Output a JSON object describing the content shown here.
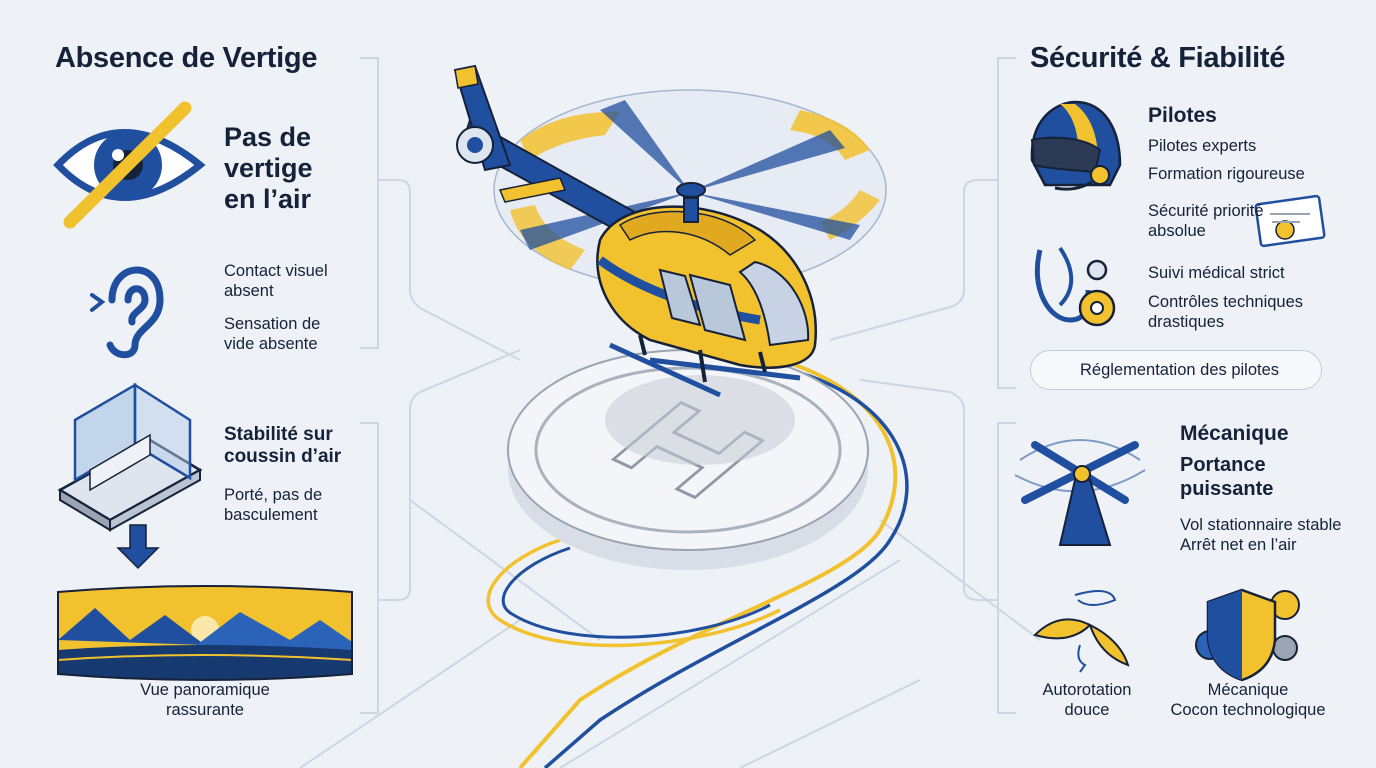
{
  "left": {
    "title": "Absence de Vertige",
    "no_vertigo": "Pas de\nvertige\nen l’air",
    "contact": "Contact visuel\nabsent",
    "void": "Sensation de\nvide absente",
    "stability": "Stabilité sur\ncoussin d’air",
    "carried": "Porté, pas de\nbasculement",
    "panorama": "Vue panoramique\nrassurante"
  },
  "right": {
    "title": "Sécurité & Fiabilité",
    "pilots_heading": "Pilotes",
    "experts": "Pilotes experts",
    "training": "Formation rigoureuse",
    "priority": "Sécurité priorité\nabsolue",
    "medical": "Suivi médical strict",
    "checks": "Contrôles techniques\ndrastiques",
    "regulation": "Réglementation des pilotes",
    "mech_heading": "Mécanique",
    "lift": "Portance\npuissante",
    "hover": "Vol stationnaire stable\nArrêt net en l’air",
    "autorotation": "Autorotation\ndouce",
    "mech_cocoon": "Mécanique\nCocon technologique"
  },
  "colors": {
    "blue": "#1f4f9e",
    "yellow": "#f2c12e",
    "navy": "#16213a",
    "line": "#c9d1dd"
  },
  "icons": [
    "eye-crossed-icon",
    "ear-icon",
    "glass-platform-icon",
    "mountain-panorama-icon",
    "helicopter-illustration",
    "helipad-icon",
    "pilot-helmet-icon",
    "certificate-icon",
    "stethoscope-gear-icon",
    "anchor-icon",
    "rotor-icon",
    "maple-seed-icon",
    "shield-gears-icon"
  ]
}
